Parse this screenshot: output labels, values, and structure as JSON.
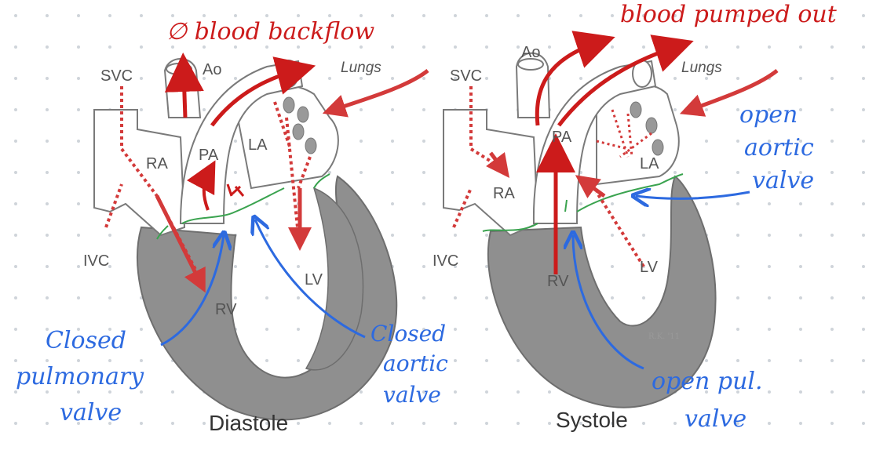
{
  "diagrams": [
    {
      "title": "Diastole",
      "labels": {
        "svc": "SVC",
        "ivc": "IVC",
        "ao": "Ao",
        "pa": "PA",
        "ra": "RA",
        "la": "LA",
        "rv": "RV",
        "lv": "LV",
        "lungs": "Lungs"
      },
      "annotations": {
        "top": "∅ blood backflow",
        "closed_pulmonary": [
          "Closed",
          "pulmonary",
          "valve"
        ],
        "closed_aortic": [
          "Closed",
          "aortic",
          "valve"
        ]
      }
    },
    {
      "title": "Systole",
      "labels": {
        "svc": "SVC",
        "ivc": "IVC",
        "ao": "Ao",
        "pa": "PA",
        "ra": "RA",
        "la": "LA",
        "rv": "RV",
        "lv": "LV",
        "lungs": "Lungs"
      },
      "annotations": {
        "top": "blood pumped out",
        "open_aortic": [
          "open",
          "aortic",
          "valve"
        ],
        "open_pul": [
          "open pul.",
          "valve"
        ]
      },
      "signature": "R.K. '11"
    }
  ],
  "colors": {
    "ink_red": "#cc1b1b",
    "ink_blue": "#2d6ae0",
    "valve_green": "#3aa34f",
    "muscle_gray": "#8c8c8c"
  }
}
